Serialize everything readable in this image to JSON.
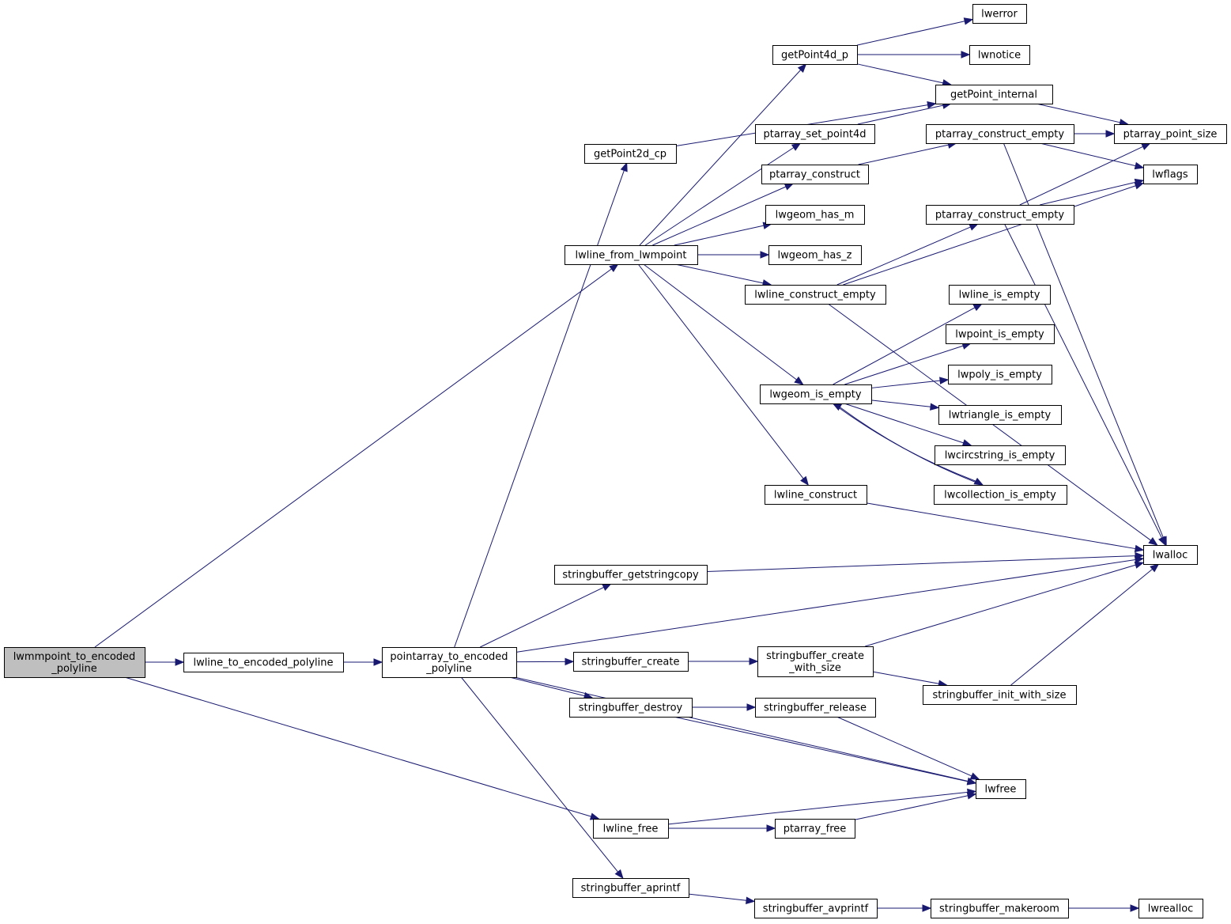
{
  "graph": {
    "nodes": [
      {
        "id": "root",
        "label": [
          "lwmmpoint_to_encoded",
          "_polyline"
        ],
        "root": true
      },
      {
        "id": "l2ep",
        "label": [
          "lwline_to_encoded_polyline"
        ]
      },
      {
        "id": "p2ep",
        "label": [
          "pointarray_to_encoded",
          "_polyline"
        ]
      },
      {
        "id": "lfl",
        "label": [
          "lwline_from_lwmpoint"
        ]
      },
      {
        "id": "gp2d",
        "label": [
          "getPoint2d_cp"
        ]
      },
      {
        "id": "gp4dp",
        "label": [
          "getPoint4d_p"
        ]
      },
      {
        "id": "lwerror",
        "label": [
          "lwerror"
        ]
      },
      {
        "id": "lwnotice",
        "label": [
          "lwnotice"
        ]
      },
      {
        "id": "gpint",
        "label": [
          "getPoint_internal"
        ]
      },
      {
        "id": "pasp4d",
        "label": [
          "ptarray_set_point4d"
        ]
      },
      {
        "id": "pace1",
        "label": [
          "ptarray_construct_empty"
        ]
      },
      {
        "id": "paps",
        "label": [
          "ptarray_point_size"
        ]
      },
      {
        "id": "pac",
        "label": [
          "ptarray_construct"
        ]
      },
      {
        "id": "lwflags",
        "label": [
          "lwflags"
        ]
      },
      {
        "id": "hasm",
        "label": [
          "lwgeom_has_m"
        ]
      },
      {
        "id": "pace2",
        "label": [
          "ptarray_construct_empty"
        ]
      },
      {
        "id": "hasz",
        "label": [
          "lwgeom_has_z"
        ]
      },
      {
        "id": "lce",
        "label": [
          "lwline_construct_empty"
        ]
      },
      {
        "id": "lie",
        "label": [
          "lwline_is_empty"
        ]
      },
      {
        "id": "lpie",
        "label": [
          "lwpoint_is_empty"
        ]
      },
      {
        "id": "gie",
        "label": [
          "lwgeom_is_empty"
        ]
      },
      {
        "id": "lpoie",
        "label": [
          "lwpoly_is_empty"
        ]
      },
      {
        "id": "ltie",
        "label": [
          "lwtriangle_is_empty"
        ]
      },
      {
        "id": "lcsie",
        "label": [
          "lwcircstring_is_empty"
        ]
      },
      {
        "id": "lcoie",
        "label": [
          "lwcollection_is_empty"
        ]
      },
      {
        "id": "lcon",
        "label": [
          "lwline_construct"
        ]
      },
      {
        "id": "lwalloc",
        "label": [
          "lwalloc"
        ]
      },
      {
        "id": "sbgsc",
        "label": [
          "stringbuffer_getstringcopy"
        ]
      },
      {
        "id": "sbc",
        "label": [
          "stringbuffer_create"
        ]
      },
      {
        "id": "sbcws",
        "label": [
          "stringbuffer_create",
          "_with_size"
        ]
      },
      {
        "id": "sbiws",
        "label": [
          "stringbuffer_init_with_size"
        ]
      },
      {
        "id": "sbd",
        "label": [
          "stringbuffer_destroy"
        ]
      },
      {
        "id": "sbr",
        "label": [
          "stringbuffer_release"
        ]
      },
      {
        "id": "lwfree",
        "label": [
          "lwfree"
        ]
      },
      {
        "id": "lwlf",
        "label": [
          "lwline_free"
        ]
      },
      {
        "id": "paf",
        "label": [
          "ptarray_free"
        ]
      },
      {
        "id": "sbap",
        "label": [
          "stringbuffer_aprintf"
        ]
      },
      {
        "id": "sbavp",
        "label": [
          "stringbuffer_avprintf"
        ]
      },
      {
        "id": "sbmr",
        "label": [
          "stringbuffer_makeroom"
        ]
      },
      {
        "id": "lwrealloc",
        "label": [
          "lwrealloc"
        ]
      }
    ],
    "edges": [
      [
        "root",
        "l2ep"
      ],
      [
        "root",
        "lfl"
      ],
      [
        "root",
        "lwlf"
      ],
      [
        "l2ep",
        "p2ep"
      ],
      [
        "p2ep",
        "gp2d"
      ],
      [
        "p2ep",
        "sbgsc"
      ],
      [
        "p2ep",
        "lwalloc"
      ],
      [
        "p2ep",
        "sbc"
      ],
      [
        "p2ep",
        "sbd"
      ],
      [
        "p2ep",
        "lwfree"
      ],
      [
        "p2ep",
        "sbap"
      ],
      [
        "lfl",
        "gp4dp"
      ],
      [
        "lfl",
        "pasp4d"
      ],
      [
        "lfl",
        "pac"
      ],
      [
        "lfl",
        "hasm"
      ],
      [
        "lfl",
        "hasz"
      ],
      [
        "lfl",
        "lce"
      ],
      [
        "lfl",
        "gie"
      ],
      [
        "lfl",
        "lcon"
      ],
      [
        "gp2d",
        "gpint"
      ],
      [
        "gp4dp",
        "lwerror"
      ],
      [
        "gp4dp",
        "lwnotice"
      ],
      [
        "gp4dp",
        "gpint"
      ],
      [
        "pasp4d",
        "gpint"
      ],
      [
        "gpint",
        "paps"
      ],
      [
        "pac",
        "pace1"
      ],
      [
        "pace1",
        "paps"
      ],
      [
        "pace1",
        "lwflags"
      ],
      [
        "pace1",
        "lwalloc"
      ],
      [
        "lce",
        "lwflags"
      ],
      [
        "lce",
        "pace2"
      ],
      [
        "lce",
        "lwalloc"
      ],
      [
        "pace2",
        "paps"
      ],
      [
        "pace2",
        "lwflags"
      ],
      [
        "pace2",
        "lwalloc"
      ],
      [
        "gie",
        "lie"
      ],
      [
        "gie",
        "lpie"
      ],
      [
        "gie",
        "lpoie"
      ],
      [
        "gie",
        "ltie"
      ],
      [
        "gie",
        "lcsie"
      ],
      [
        "gie",
        "lcoie"
      ],
      [
        "lcoie",
        "gie"
      ],
      [
        "lcon",
        "lwalloc"
      ],
      [
        "sbgsc",
        "lwalloc"
      ],
      [
        "sbc",
        "sbcws"
      ],
      [
        "sbcws",
        "lwalloc"
      ],
      [
        "sbcws",
        "sbiws"
      ],
      [
        "sbiws",
        "lwalloc"
      ],
      [
        "sbd",
        "sbr"
      ],
      [
        "sbd",
        "lwfree"
      ],
      [
        "sbr",
        "lwfree"
      ],
      [
        "lwlf",
        "paf"
      ],
      [
        "lwlf",
        "lwfree"
      ],
      [
        "paf",
        "lwfree"
      ],
      [
        "sbap",
        "sbavp"
      ],
      [
        "sbavp",
        "sbmr"
      ],
      [
        "sbmr",
        "lwrealloc"
      ]
    ]
  }
}
